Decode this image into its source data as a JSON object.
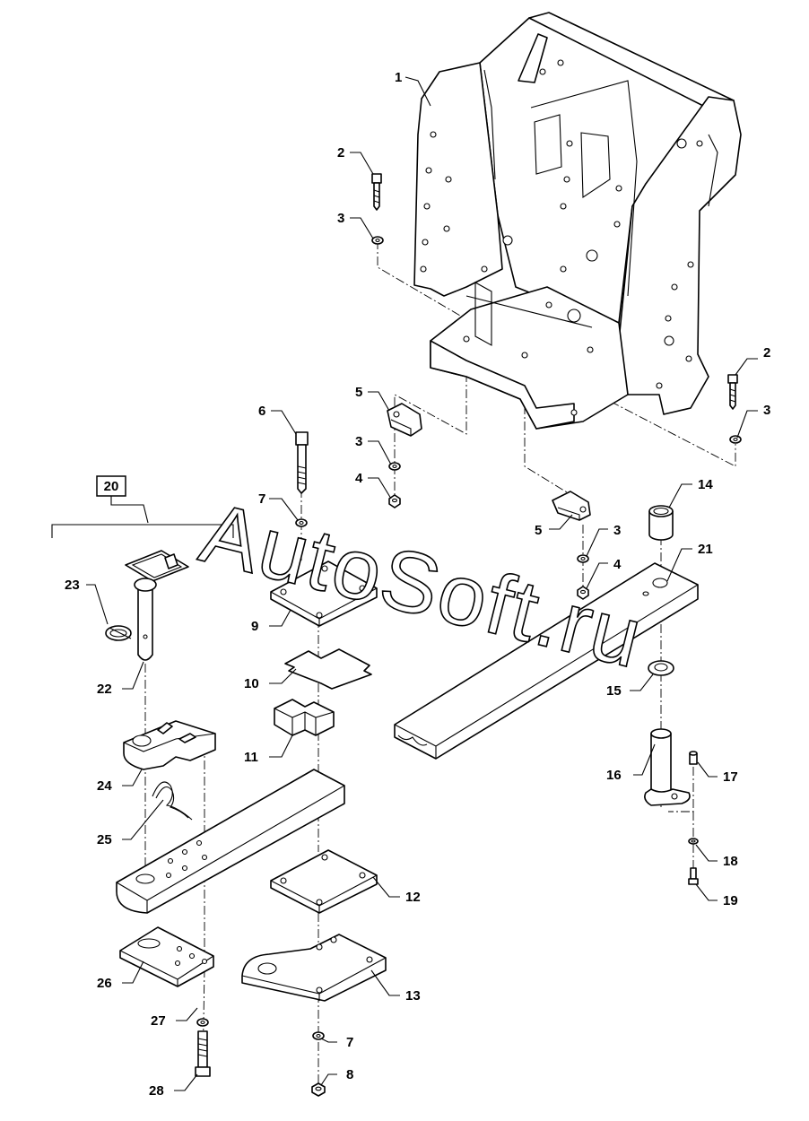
{
  "watermark": "AutoSoft.ru",
  "group_box_label": "20",
  "callouts": {
    "c1": "1",
    "c2a": "2",
    "c3a": "3",
    "c2b": "2",
    "c3b": "3",
    "c5a": "5",
    "c3c": "3",
    "c4a": "4",
    "c6": "6",
    "c7a": "7",
    "c5b": "5",
    "c3d": "3",
    "c4b": "4",
    "c14": "14",
    "c21": "21",
    "c9": "9",
    "c10": "10",
    "c11": "11",
    "c23": "23",
    "c22": "22",
    "c24": "24",
    "c25": "25",
    "c15": "15",
    "c16": "16",
    "c17": "17",
    "c18": "18",
    "c19": "19",
    "c12": "12",
    "c26": "26",
    "c13": "13",
    "c27": "27",
    "c7b": "7",
    "c8": "8",
    "c28": "28"
  }
}
